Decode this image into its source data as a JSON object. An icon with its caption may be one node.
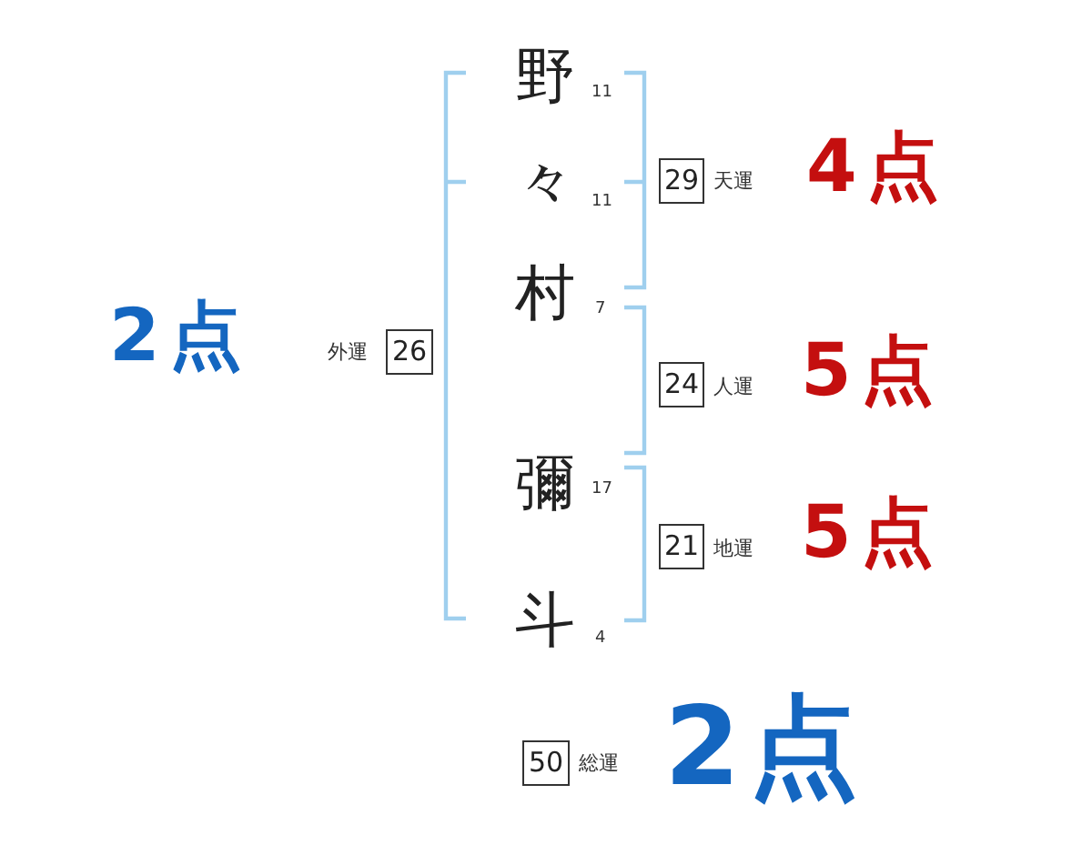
{
  "diagram": {
    "nodes": [
      {
        "text": [
          "29"
        ],
        "beside": [
          "天運",
          "4点"
        ]
      },
      {
        "text": [
          "26"
        ],
        "beside": [
          "外運",
          "2点"
        ]
      },
      {
        "text": [
          "24"
        ],
        "beside": [
          "人運",
          "5点"
        ]
      },
      {
        "text": [
          "21"
        ],
        "beside": [
          "地運",
          "5点"
        ]
      },
      {
        "text": [
          "50"
        ],
        "beside": [
          "総運",
          "2点"
        ]
      }
    ],
    "labels": [
      "野",
      "11",
      "々",
      "11",
      "村",
      "7",
      "彌",
      "17",
      "斗",
      "4"
    ]
  }
}
